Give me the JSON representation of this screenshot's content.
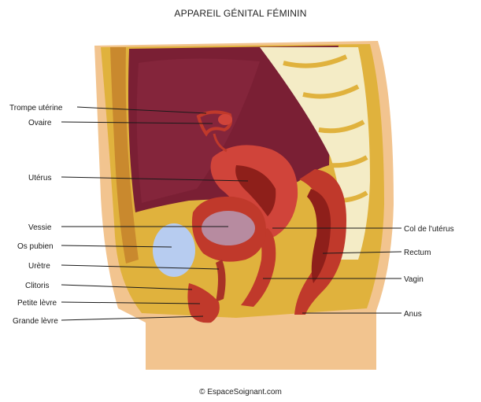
{
  "title": "APPAREIL GÉNITAL FÉMININ",
  "credit": "© EspaceSoignant.com",
  "labels": {
    "trompe": "Trompe utérine",
    "ovaire": "Ovaire",
    "uterus": "Utérus",
    "vessie": "Vessie",
    "os_pubien": "Os pubien",
    "uretre": "Urètre",
    "clitoris": "Clitoris",
    "petite_levre": "Petite lèvre",
    "grande_levre": "Grande lèvre",
    "col_uterus": "Col de l'utérus",
    "rectum": "Rectum",
    "vagin": "Vagin",
    "anus": "Anus"
  },
  "colors": {
    "skin": "#f2c48f",
    "fat": "#e0b23d",
    "cavity": "#7a1f34",
    "organ": "#c0392b",
    "organ_dark": "#8e1f1a",
    "bone": "#f4ecc6",
    "bladder_inner": "#b78ba0",
    "pubic_bone": "#b7ccf0"
  }
}
